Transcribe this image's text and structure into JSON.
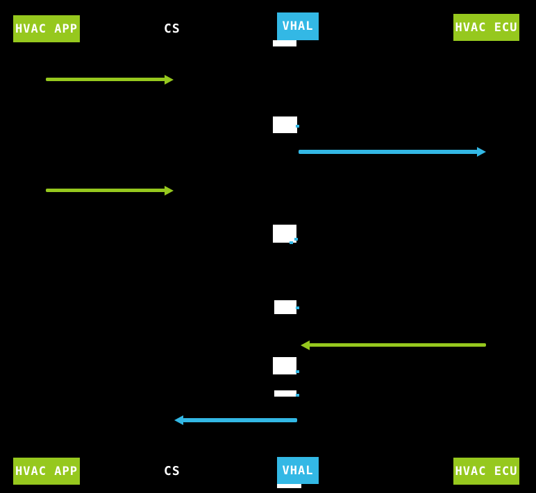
{
  "diagram": {
    "type": "sequence-diagram",
    "colors": {
      "background": "#000000",
      "green": "#96C81E",
      "blue": "#33B8E5",
      "activation_box": "#FFFFFF",
      "label_text": "#FFFFFF"
    },
    "actors_top": [
      {
        "label": "HVAC APP",
        "style": "green-box"
      },
      {
        "label": "CS",
        "style": "plain-text"
      },
      {
        "label": "VHAL",
        "style": "blue-box"
      },
      {
        "label": "HVAC ECU",
        "style": "green-box"
      }
    ],
    "actors_bottom": [
      {
        "label": "HVAC APP",
        "style": "green-box"
      },
      {
        "label": "CS",
        "style": "plain-text"
      },
      {
        "label": "VHAL",
        "style": "blue-box"
      },
      {
        "label": "HVAC ECU",
        "style": "green-box"
      }
    ],
    "messages": [
      {
        "from": "HVAC APP",
        "to": "CS",
        "color": "green",
        "direction": "right"
      },
      {
        "from": "VHAL",
        "to": "HVAC ECU",
        "color": "blue",
        "direction": "right"
      },
      {
        "from": "HVAC APP",
        "to": "CS",
        "color": "green",
        "direction": "right"
      },
      {
        "from": "HVAC ECU",
        "to": "VHAL",
        "color": "green",
        "direction": "left"
      },
      {
        "from": "VHAL",
        "to": "CS",
        "color": "blue",
        "direction": "left"
      }
    ],
    "activation_boxes_on_vhal_lifeline": 7
  }
}
